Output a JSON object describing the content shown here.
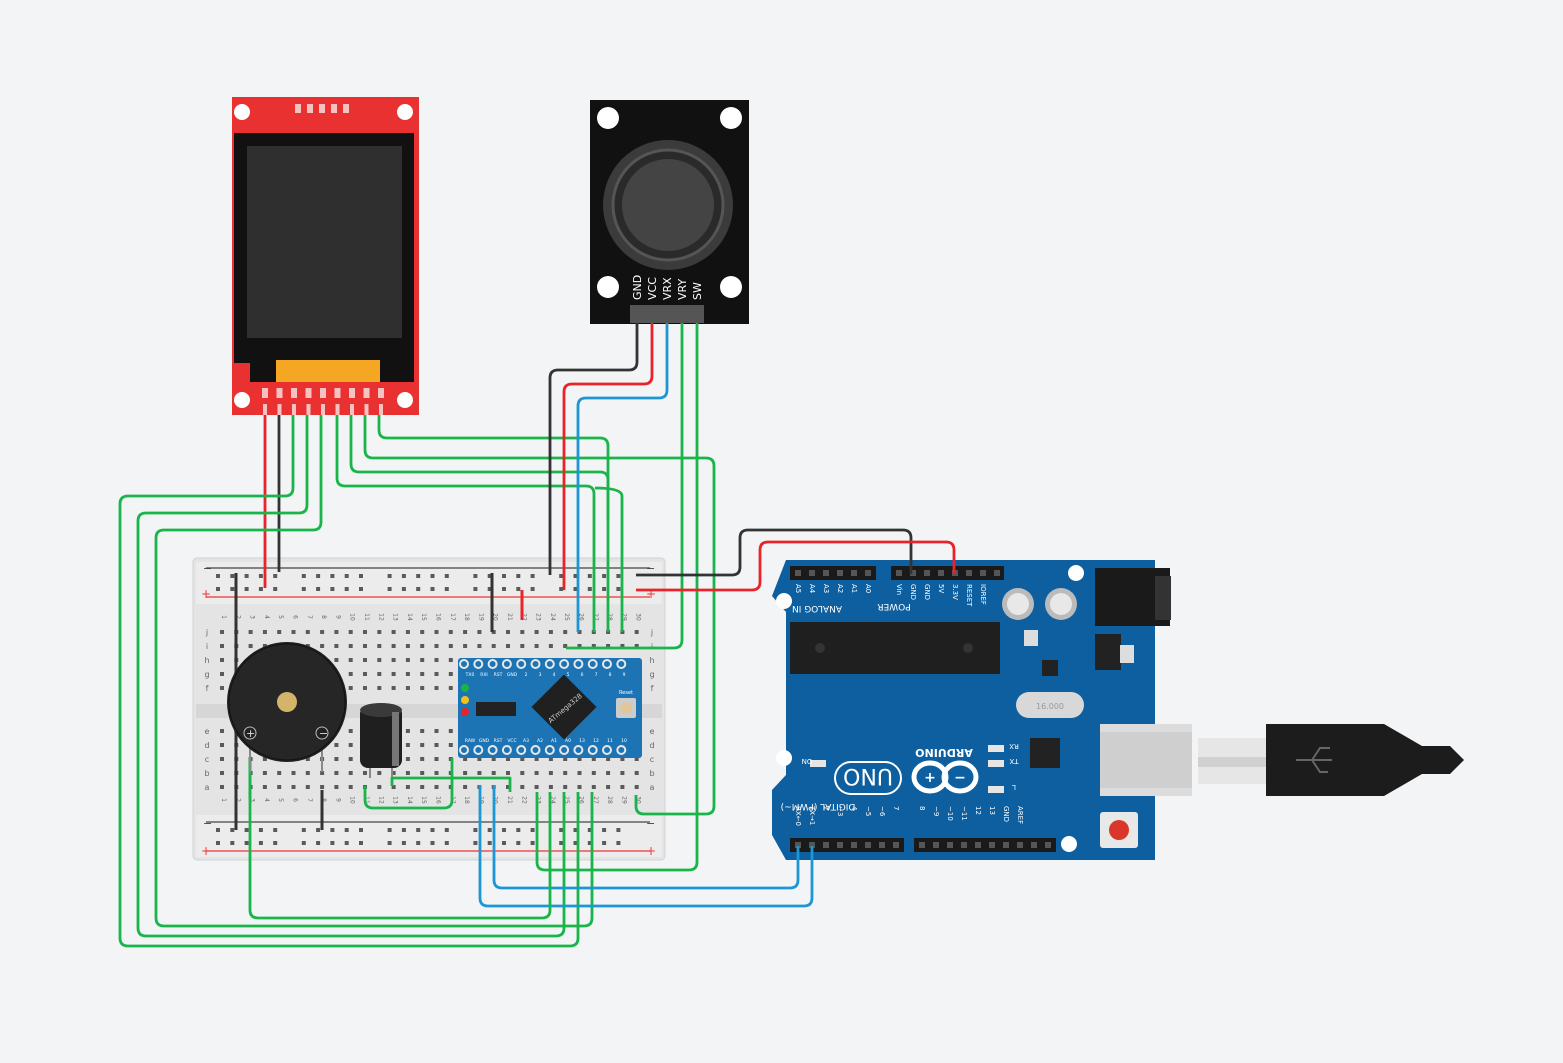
{
  "canvas": {
    "background": "#f3f4f6"
  },
  "joystick": {
    "pins": [
      "GND",
      "VCC",
      "VRX",
      "VRY",
      "SW"
    ]
  },
  "breadboard": {
    "row_letters_top": [
      "j",
      "i",
      "h",
      "g",
      "f"
    ],
    "row_letters_bottom": [
      "e",
      "d",
      "c",
      "b",
      "a"
    ],
    "plus": "+",
    "minus": "−",
    "column_numbers": [
      "1",
      "2",
      "3",
      "4",
      "5",
      "6",
      "7",
      "8",
      "9",
      "10",
      "11",
      "12",
      "13",
      "14",
      "15",
      "16",
      "17",
      "18",
      "19",
      "20",
      "21",
      "22",
      "23",
      "24",
      "25",
      "26",
      "27",
      "28",
      "29",
      "30"
    ]
  },
  "pro_mini": {
    "chip_label": "ATmega328",
    "reset_label": "Reset",
    "pin_labels_top": [
      "TX0",
      "RXI",
      "RST",
      "GND",
      "2",
      "3",
      "4",
      "5",
      "6",
      "7",
      "8",
      "9"
    ],
    "pin_labels_bottom": [
      "RAW",
      "GND",
      "RST",
      "VCC",
      "A3",
      "A2",
      "A1",
      "A0",
      "13",
      "12",
      "11",
      "10"
    ]
  },
  "arduino_uno": {
    "logo": "UNO",
    "brand": "ARDUINO",
    "analog_header": "ANALOG IN",
    "power_header": "POWER",
    "digital_header": "DIGITAL (PWM~)",
    "analog_pins": [
      "A5",
      "A4",
      "A3",
      "A2",
      "A1",
      "A0"
    ],
    "power_pins": [
      "Vin",
      "GND",
      "GND",
      "5V",
      "3.3V",
      "RESET",
      "IOREF"
    ],
    "digital_pins_low": [
      "RX←0",
      "TX→1",
      "2",
      "~3",
      "4",
      "~5",
      "~6",
      "7"
    ],
    "digital_pins_high": [
      "8",
      "~9",
      "~10",
      "~11",
      "12",
      "13",
      "GND",
      "AREF"
    ],
    "led_labels": [
      "ON",
      "L",
      "TX",
      "RX"
    ],
    "crystal_label": "16.000"
  },
  "colors": {
    "wire_green": "#1ab54a",
    "wire_red": "#e8232a",
    "wire_black": "#333333",
    "wire_blue": "#1d97d4",
    "uno_blue": "#0d5f9f",
    "lcd_red": "#e93131",
    "breadboard": "#e6e6e6"
  }
}
